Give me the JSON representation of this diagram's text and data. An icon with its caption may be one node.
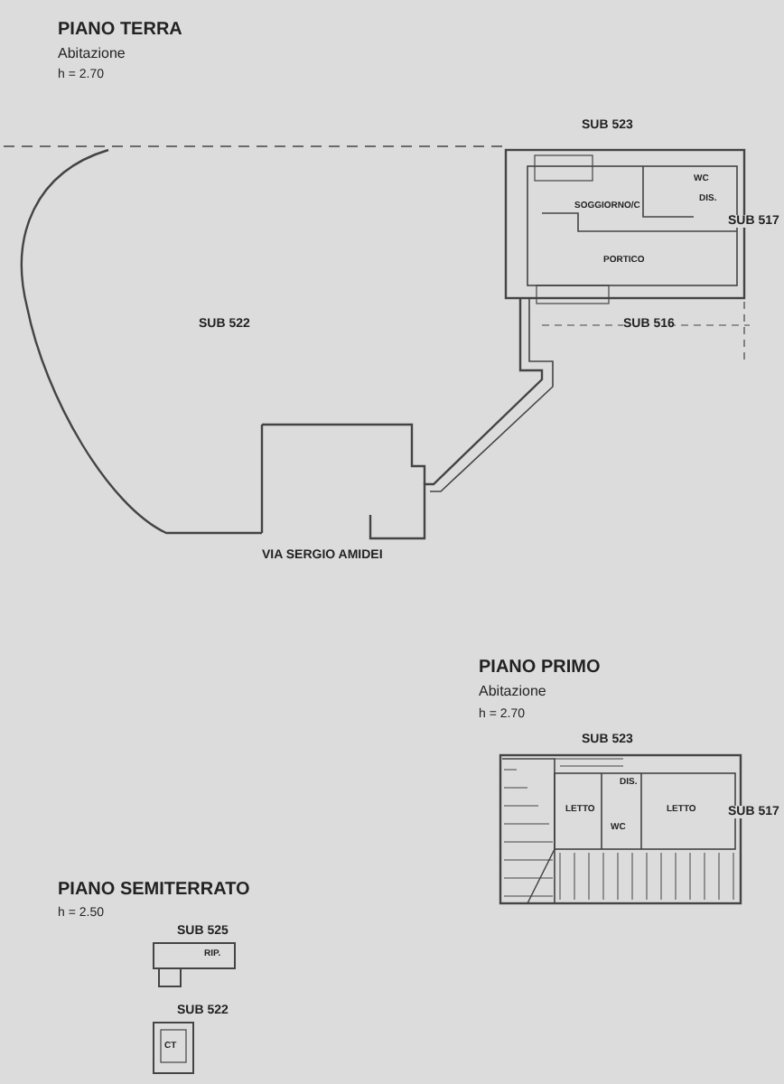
{
  "diagram": {
    "labels": [
      "PIANO TERRA",
      "Abitazione",
      "h = 2.70",
      "SUB 523",
      "WC",
      "SOGGIORNO/C",
      "DIS.",
      "SUB 517",
      "PORTICO",
      "SUB 516",
      "SUB 522",
      "VIA SERGIO AMIDEI",
      "PIANO PRIMO",
      "Abitazione",
      "h = 2.70",
      "SUB 523",
      "DIS.",
      "LETTO",
      "WC",
      "LETTO",
      "SUB 517",
      "PIANO SEMITERRATO",
      "h = 2.50",
      "SUB 525",
      "RIP.",
      "SUB 522",
      "CT"
    ]
  }
}
